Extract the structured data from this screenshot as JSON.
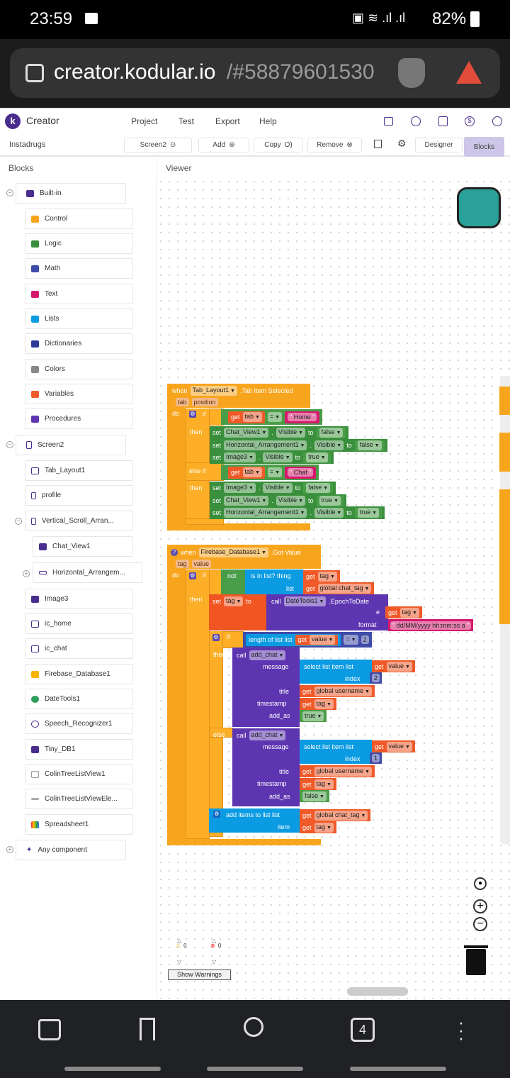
{
  "status": {
    "time": "23:59",
    "battery": "82%"
  },
  "browser": {
    "url_host": "creator.kodular.io",
    "url_path": "/#58879601530",
    "tab_count": "4"
  },
  "app": {
    "brand": "Creator",
    "menu": [
      "Project",
      "Test",
      "Export",
      "Help"
    ],
    "project": "Instadrugs",
    "screen": "Screen2",
    "add": "Add",
    "copy": "Copy",
    "remove": "Remove",
    "designer": "Designer",
    "blocks": "Blocks"
  },
  "panels": {
    "blocks": "Blocks",
    "viewer": "Viewer"
  },
  "sidebar": {
    "builtin": "Built-in",
    "builtin_items": [
      "Control",
      "Logic",
      "Math",
      "Text",
      "Lists",
      "Dictionaries",
      "Colors",
      "Variables",
      "Procedures"
    ],
    "screen": "Screen2",
    "components": [
      "Tab_Layout1",
      "profile",
      "Vertical_Scroll_Arran...",
      "Chat_View1",
      "Horizontal_Arrangem...",
      "Image3",
      "ic_home",
      "ic_chat",
      "Firebase_Database1",
      "DateTools1",
      "Speech_Recognizer1",
      "Tiny_DB1",
      "ColinTreeListView1",
      "ColinTreeListViewEle...",
      "Spreadsheet1"
    ],
    "any": "Any component"
  },
  "code": {
    "kw": {
      "when": "when",
      "do": "do",
      "if": "if",
      "then": "then",
      "else_if": "else if",
      "else": "else",
      "set": "set",
      "get": "get",
      "to": "to",
      "dot": ".",
      "call": "call",
      "eq": "="
    },
    "e1": {
      "component": "Tab_Layout1",
      "event": ".Tab Item Selected",
      "params": [
        "tab",
        "position"
      ],
      "var": "tab",
      "str1": "Home",
      "str2": "Chat",
      "then1": [
        {
          "comp": "Chat_View1",
          "prop": "Visible",
          "val": "false"
        },
        {
          "comp": "Horizontal_Arrangement1",
          "prop": "Visible",
          "val": "false"
        },
        {
          "comp": "Image3",
          "prop": "Visible",
          "val": "true"
        }
      ],
      "then2": [
        {
          "comp": "Image3",
          "prop": "Visible",
          "val": "false"
        },
        {
          "comp": "Chat_View1",
          "prop": "Visible",
          "val": "true"
        },
        {
          "comp": "Horizontal_Arrangement1",
          "prop": "Visible",
          "val": "true"
        }
      ]
    },
    "e2": {
      "component": "Firebase_Database1",
      "event": ".Got Value",
      "params": [
        "tag",
        "value"
      ],
      "not": "not",
      "is_in_list": "is in list? thing",
      "list": "list",
      "tag": "tag",
      "chat_tag": "global chat_tag",
      "value": "value",
      "datetools": "DateTools1",
      "epoch": ".EpochToDate",
      "e": "e",
      "format": "format",
      "format_str": "dd/MM/yyyy hh:mm:ss a",
      "length_of_list": "length of list  list",
      "two": "2",
      "one": "1",
      "proc": "add_chat",
      "message": "message",
      "select": "select list item  list",
      "index": "index",
      "title": "title",
      "username": "global username",
      "timestamp": "timestamp",
      "add_as": "add_as",
      "true": "true",
      "false": "false",
      "add_items": "add items to list   list",
      "item": "item"
    }
  },
  "warnings": {
    "warn_count": "0",
    "error_count": "0",
    "show": "Show Warnings"
  }
}
